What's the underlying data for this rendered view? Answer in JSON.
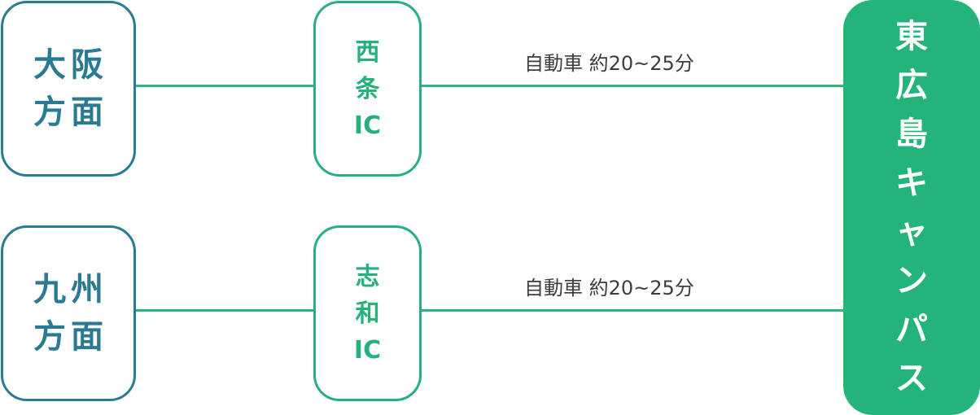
{
  "routes": [
    {
      "origin": [
        "大阪",
        "方面"
      ],
      "ic": [
        "西",
        "条",
        "IC"
      ],
      "label": "自動車 約20~25分"
    },
    {
      "origin": [
        "九州",
        "方面"
      ],
      "ic": [
        "志",
        "和",
        "IC"
      ],
      "label": "自動車 約20~25分"
    }
  ],
  "destination": [
    "東",
    "広",
    "島",
    "キ",
    "ャ",
    "ン",
    "パ",
    "ス"
  ],
  "colors": {
    "origin": "#2a7a93",
    "ic": "#26b07a",
    "line": "#2bb684",
    "destination_bg": "#23b37b"
  }
}
